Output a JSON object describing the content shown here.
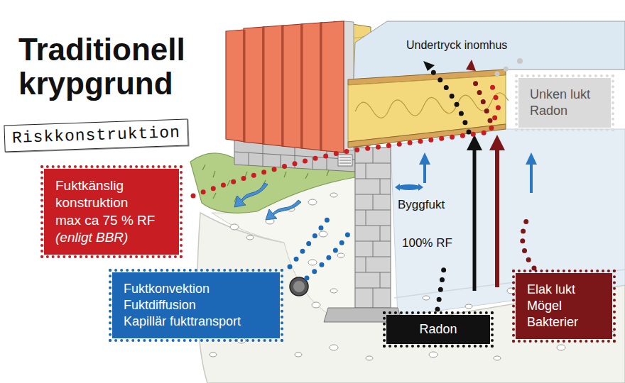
{
  "diagram": {
    "title": "Traditionell krypgrund",
    "nodes": [
      {
        "text": [
          "Riskkonstruktion"
        ]
      },
      {
        "text": [
          "Unken lukt",
          "Radon"
        ]
      },
      {
        "text": [
          "Fuktkänslig konstruktion",
          "max ca 75 % RF",
          "(enligt BBR)"
        ]
      },
      {
        "text": [
          "Fuktkonvektion",
          "Fuktdiffusion",
          "Kapillär fukttransport"
        ]
      },
      {
        "text": [
          "Elak lukt",
          "Mögel",
          "Bakterier"
        ]
      },
      {
        "text": [
          "Radon"
        ]
      }
    ],
    "labels": [
      "Undertryck inomhus",
      "Byggfukt",
      "100% RF"
    ]
  }
}
